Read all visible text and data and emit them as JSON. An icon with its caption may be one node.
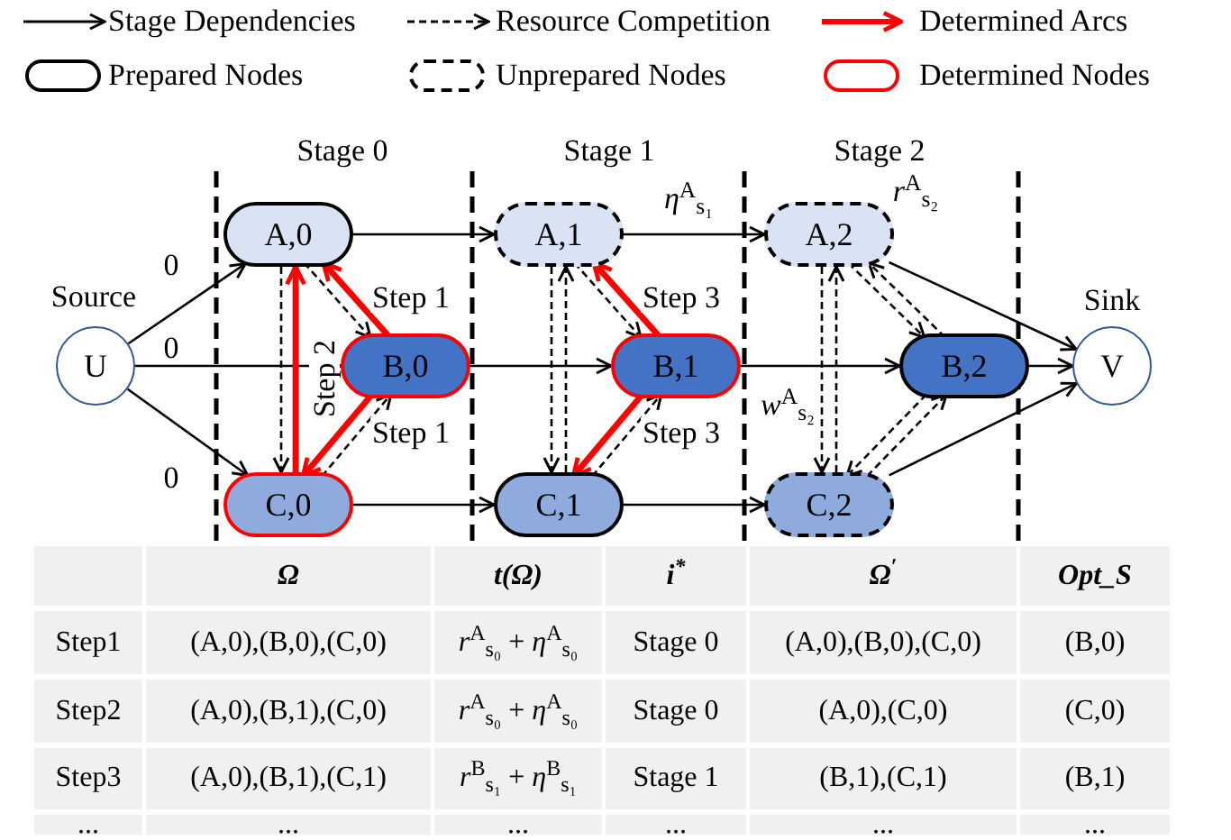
{
  "diagram": {
    "nodes": [
      {
        "text": [
          "U"
        ],
        "beside": [
          "Source"
        ]
      },
      {
        "text": [
          "A,0"
        ]
      },
      {
        "text": [
          "B,0"
        ]
      },
      {
        "text": [
          "C,0"
        ]
      },
      {
        "text": [
          "A,1"
        ]
      },
      {
        "text": [
          "B,1"
        ]
      },
      {
        "text": [
          "C,1"
        ]
      },
      {
        "text": [
          "A,2"
        ]
      },
      {
        "text": [
          "B,2"
        ]
      },
      {
        "text": [
          "C,2"
        ]
      },
      {
        "text": [
          "V"
        ],
        "beside": [
          "Sink"
        ]
      }
    ],
    "edges": [
      {
        "from": 0,
        "to": 1,
        "arrow": "to",
        "label": "0"
      },
      {
        "from": 0,
        "to": 2,
        "arrow": "to",
        "label": "0"
      },
      {
        "from": 0,
        "to": 3,
        "arrow": "to",
        "label": "0"
      },
      {
        "from": 1,
        "to": 4,
        "arrow": "to"
      },
      {
        "from": 2,
        "to": 5,
        "arrow": "to"
      },
      {
        "from": 3,
        "to": 6,
        "arrow": "to"
      },
      {
        "from": 4,
        "to": 7,
        "arrow": "to",
        "label": "*η*$^{A}$$_{s₁}$"
      },
      {
        "from": 5,
        "to": 8,
        "arrow": "to"
      },
      {
        "from": 6,
        "to": 9,
        "arrow": "to"
      },
      {
        "from": 7,
        "to": 10,
        "arrow": "to",
        "label": "*r*$^{A}$$_{s₂}$"
      },
      {
        "from": 8,
        "to": 10,
        "arrow": "to"
      },
      {
        "from": 9,
        "to": 10,
        "arrow": "to"
      },
      {
        "from": 1,
        "to": 3,
        "arrow": "to",
        "style": "dashed"
      },
      {
        "from": 3,
        "to": 1,
        "arrow": "to",
        "style": "thick",
        "color": "#ff0000",
        "label": "Step 2"
      },
      {
        "from": 1,
        "to": 2,
        "arrow": "to",
        "style": "dashed"
      },
      {
        "from": 2,
        "to": 1,
        "arrow": "to",
        "style": "thick",
        "color": "#ff0000",
        "label": "Step 1"
      },
      {
        "from": 3,
        "to": 2,
        "arrow": "to",
        "style": "dashed"
      },
      {
        "from": 2,
        "to": 3,
        "arrow": "to",
        "style": "thick",
        "color": "#ff0000",
        "label": "Step 1"
      },
      {
        "from": 4,
        "to": 6,
        "arrow": "to",
        "style": "dashed"
      },
      {
        "from": 6,
        "to": 4,
        "arrow": "to",
        "style": "dashed"
      },
      {
        "from": 4,
        "to": 5,
        "arrow": "to",
        "style": "dashed"
      },
      {
        "from": 5,
        "to": 4,
        "arrow": "to",
        "style": "thick",
        "color": "#ff0000",
        "label": "Step 3"
      },
      {
        "from": 6,
        "to": 5,
        "arrow": "to",
        "style": "dashed"
      },
      {
        "from": 5,
        "to": 6,
        "arrow": "to",
        "style": "thick",
        "color": "#ff0000",
        "label": "Step 3"
      },
      {
        "from": 7,
        "to": 9,
        "arrow": "to",
        "style": "dashed"
      },
      {
        "from": 9,
        "to": 7,
        "arrow": "to",
        "style": "dashed"
      },
      {
        "from": 7,
        "to": 8,
        "arrow": "to",
        "style": "dashed"
      },
      {
        "from": 8,
        "to": 7,
        "arrow": "to",
        "style": "dashed"
      },
      {
        "from": 9,
        "to": 8,
        "arrow": "to",
        "style": "dashed"
      },
      {
        "from": 8,
        "to": 9,
        "arrow": "to",
        "style": "dashed"
      }
    ],
    "labels": [
      "Stage 0",
      "Stage 1",
      "Stage 2",
      "*w*$^{A}$$_{s₂}$",
      "Ω",
      "t(Ω)",
      "i$^{*}$",
      "Ω$^{′}$",
      "Opt_S",
      "Step1",
      "(A,0),(B,0),(C,0)",
      "*r*$^{A}$$_{s₀}$ + *η*$^{A}$$_{s₀}$",
      "Stage 0",
      "(A,0),(B,0),(C,0)",
      "(B,0)",
      "Step2",
      "(A,0),(B,1),(C,0)",
      "*r*$^{A}$$_{s₀}$ + *η*$^{A}$$_{s₀}$",
      "Stage 0",
      "(A,0),(C,0)",
      "(C,0)",
      "Step3",
      "(A,0),(B,1),(C,1)",
      "*r*$^{B}$$_{s₁}$ + *η*$^{B}$$_{s₁}$",
      "Stage 1",
      "(B,1),(C,1)",
      "(B,1)",
      "...",
      "...",
      "...",
      "...",
      "...",
      "..."
    ],
    "legend": [
      {
        "text": "Stage Dependencies"
      },
      {
        "text": "Resource Competition"
      },
      {
        "text": "Determined Arcs"
      },
      {
        "text": "Prepared Nodes"
      },
      {
        "text": "Unprepared Nodes"
      },
      {
        "text": "Determined Nodes"
      }
    ]
  }
}
